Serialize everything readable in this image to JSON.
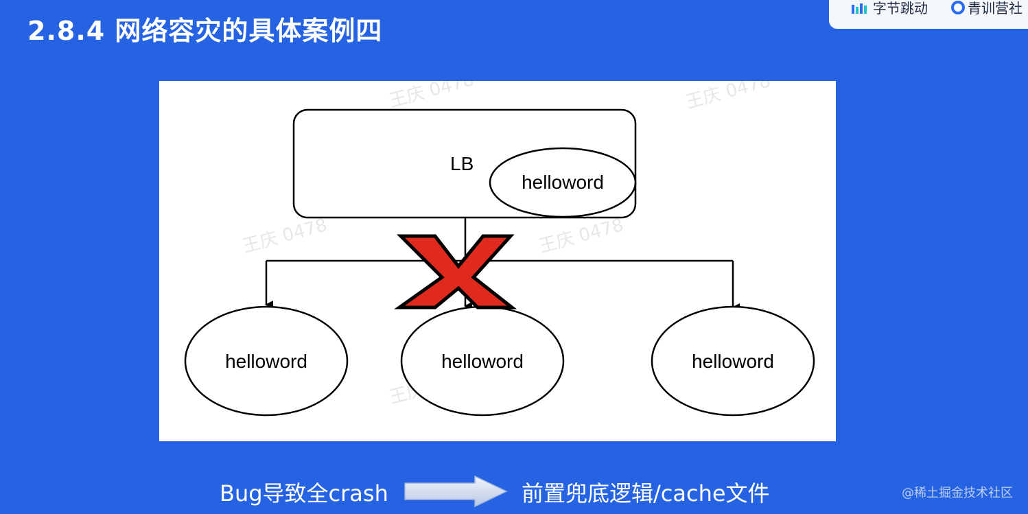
{
  "title": "2.8.4 网络容灾的具体案例四",
  "brand": {
    "left": "字节跳动",
    "right": "青训营社",
    "accent": "#2a6df4"
  },
  "diagram": {
    "lb_label": "LB",
    "lb_service": "helloword",
    "backends": [
      "helloword",
      "helloword",
      "helloword"
    ],
    "watermark": "王庆 0478",
    "failure_mark_color": "#e02a1e"
  },
  "bottom": {
    "cause": "Bug导致全crash",
    "solution": "前置兜底逻辑/cache文件"
  },
  "corner_watermark": "@稀土掘金技术社区",
  "colors": {
    "background": "#2563e3",
    "panel": "#ffffff",
    "text": "#ffffff"
  }
}
